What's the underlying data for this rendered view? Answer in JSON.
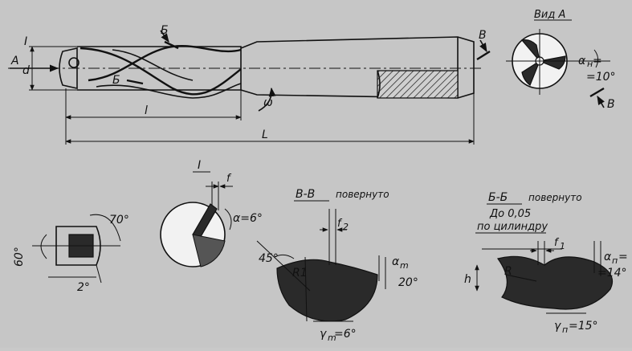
{
  "view_labels": {
    "view_a": "Вид А",
    "section_vv": "В-В",
    "section_vv_note": "повернуто",
    "section_bb": "Б-Б",
    "section_bb_note": "повернуто",
    "detail_i": "I"
  },
  "drill_labels": {
    "arrow_a": "А",
    "mark_i": "I",
    "mark_b_top": "Б",
    "mark_b_bottom": "Б",
    "dim_d": "d",
    "dim_l_small": "l",
    "dim_l_total": "L",
    "omega": "ω"
  },
  "view_a_labels": {
    "mark_v_top": "В",
    "mark_v_bottom": "В",
    "alpha_h": "α",
    "alpha_h_sub": "н",
    "alpha_h_value": "=",
    "alpha_h_value2": "=10°"
  },
  "detail_labels": {
    "f": "f",
    "alpha6": "α=6°",
    "angle70": "70°",
    "angle60": "60°",
    "angle2": "2°"
  },
  "section_vv_labels": {
    "f2": "f",
    "f2_sub": "2",
    "angle45": "45°",
    "r1": "R1",
    "alpha_m": "α",
    "alpha_m_sub": "m",
    "angle20": "20°",
    "gamma_m": "γ",
    "gamma_m_sub": "m",
    "gamma_m_value": "=6°"
  },
  "section_bb_labels": {
    "do_005": "До 0,05",
    "po_cilindru": "по цилиндру",
    "f1": "f",
    "f1_sub": "1",
    "h": "h",
    "r": "R",
    "alpha_n": "α",
    "alpha_n_sub": "п",
    "alpha_n_eq": "=",
    "alpha_n_value": "=14°",
    "gamma_n": "γ",
    "gamma_n_sub": "п",
    "gamma_n_value": "=15°"
  }
}
